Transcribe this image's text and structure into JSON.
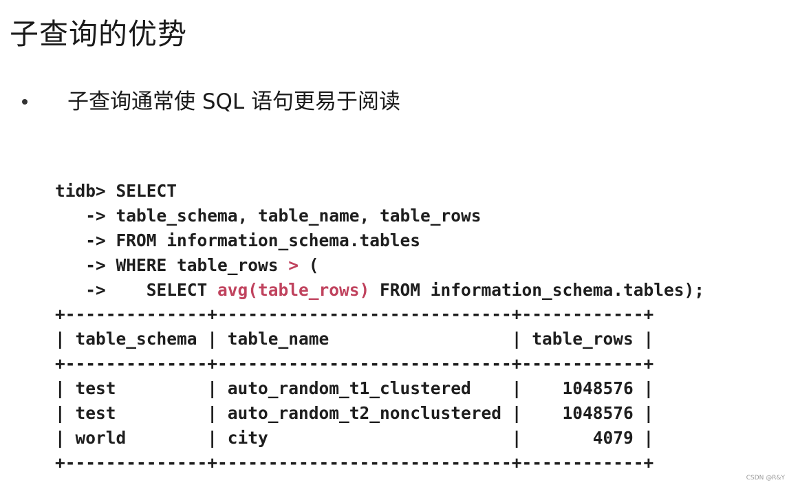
{
  "title": "子查询的优势",
  "bullet": {
    "text": "子查询通常使 SQL 语句更易于阅读"
  },
  "query": {
    "line1": "tidb> SELECT",
    "line2": "   -> table_schema, table_name, table_rows",
    "line3": "   -> FROM information_schema.tables",
    "line4_prefix": "   -> WHERE table_rows ",
    "line4_op": ">",
    "line4_suffix": " (",
    "line5_prefix": "   ->    SELECT ",
    "line5_func": "avg(table_rows)",
    "line5_suffix": " FROM information_schema.tables);"
  },
  "result": {
    "border": "+--------------+-----------------------------+------------+",
    "header": "| table_schema | table_name                  | table_rows |",
    "rows": [
      "| test         | auto_random_t1_clustered    |    1048576 |",
      "| test         | auto_random_t2_nonclustered |    1048576 |",
      "| world        | city                        |       4079 |"
    ]
  },
  "watermark": "CSDN @R&Y",
  "colors": {
    "highlight": "#c0435e",
    "text": "#1e1e1e"
  }
}
